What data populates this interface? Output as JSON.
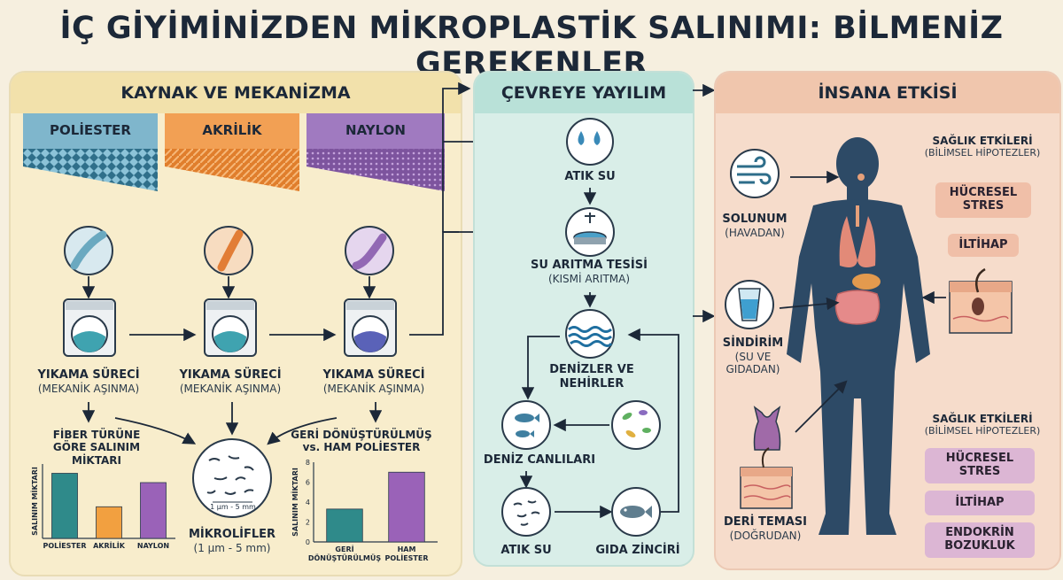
{
  "title": "İÇ GİYİMİNİZDEN MİKROPLASTİK SALINIMI: BİLMENİZ GEREKENLER",
  "source_panel": {
    "heading": "KAYNAK VE MEKANİZMA",
    "fabrics": [
      {
        "name": "POLİESTER",
        "color": "#7fb6cc"
      },
      {
        "name": "AKRİLİK",
        "color": "#f2a054"
      },
      {
        "name": "NAYLON",
        "color": "#a07ac0"
      }
    ],
    "washing": {
      "title": "YIKAMA SÜRECİ",
      "subtitle": "(MEKANİK AŞINMA)"
    },
    "chart1_title": "FİBER TÜRÜNE GÖRE SALINIM MİKTARI",
    "chart2_title": "GERİ DÖNÜŞTÜRÜLMÜŞ vs. HAM POLİESTER",
    "microfibers": {
      "title": "MİKROLİFLER",
      "size": "(1 µm - 5 mm)",
      "scale_label": "1 µm - 5 mm"
    }
  },
  "spread_panel": {
    "heading": "ÇEVREYE YAYILIM",
    "waste_water": "ATIK SU",
    "treatment": {
      "title": "SU ARITMA TESİSİ",
      "subtitle": "(KISMİ ARITMA)"
    },
    "seas": "DENİZLER VE NEHİRLER",
    "marine": "DENİZ CANLILARI",
    "waste_water_2": "ATIK SU",
    "food_chain": "GIDA ZİNCİRİ"
  },
  "human_panel": {
    "heading": "İNSANA ETKİSİ",
    "respiration": {
      "title": "SOLUNUM",
      "subtitle": "(HAVADAN)"
    },
    "digestion": {
      "title": "SİNDİRİM",
      "subtitle": "(SU VE GIDADAN)"
    },
    "skin": {
      "title": "DERİ TEMASI",
      "subtitle": "(DOĞRUDAN)"
    },
    "health1": {
      "title": "SAĞLIK ETKİLERİ",
      "subtitle": "(BİLİMSEL HİPOTEZLER)",
      "items": [
        "HÜCRESEL STRES",
        "İLTİHAP"
      ]
    },
    "health2": {
      "title": "SAĞLIK ETKİLERİ",
      "subtitle": "(BİLİMSEL HİPOTEZLER)",
      "items": [
        "HÜCRESEL STRES",
        "İLTİHAP",
        "ENDOKRİN BOZUKLUK"
      ]
    }
  },
  "chart_data": [
    {
      "type": "bar",
      "title": "FİBER TÜRÜNE GÖRE SALINIM MİKTARI",
      "ylabel": "SALINIM MİKTARI",
      "categories": [
        "POLİESTER",
        "AKRİLİK",
        "NAYLON"
      ],
      "values": [
        175,
        85,
        150
      ],
      "colors": [
        "#2f8a8a",
        "#f2a040",
        "#9a62b8"
      ],
      "ylim": [
        0,
        200
      ]
    },
    {
      "type": "bar",
      "title": "GERİ DÖNÜŞTÜRÜLMÜŞ vs. HAM POLİESTER",
      "ylabel": "SALINIM MİKTARI",
      "categories": [
        "GERİ DÖNÜŞTÜRÜLMÜŞ",
        "HAM POLİESTER"
      ],
      "values": [
        3.3,
        7
      ],
      "colors": [
        "#2f8a8a",
        "#9a62b8"
      ],
      "yticks": [
        0,
        2,
        4,
        6,
        8
      ],
      "ylim": [
        0,
        8
      ]
    }
  ]
}
